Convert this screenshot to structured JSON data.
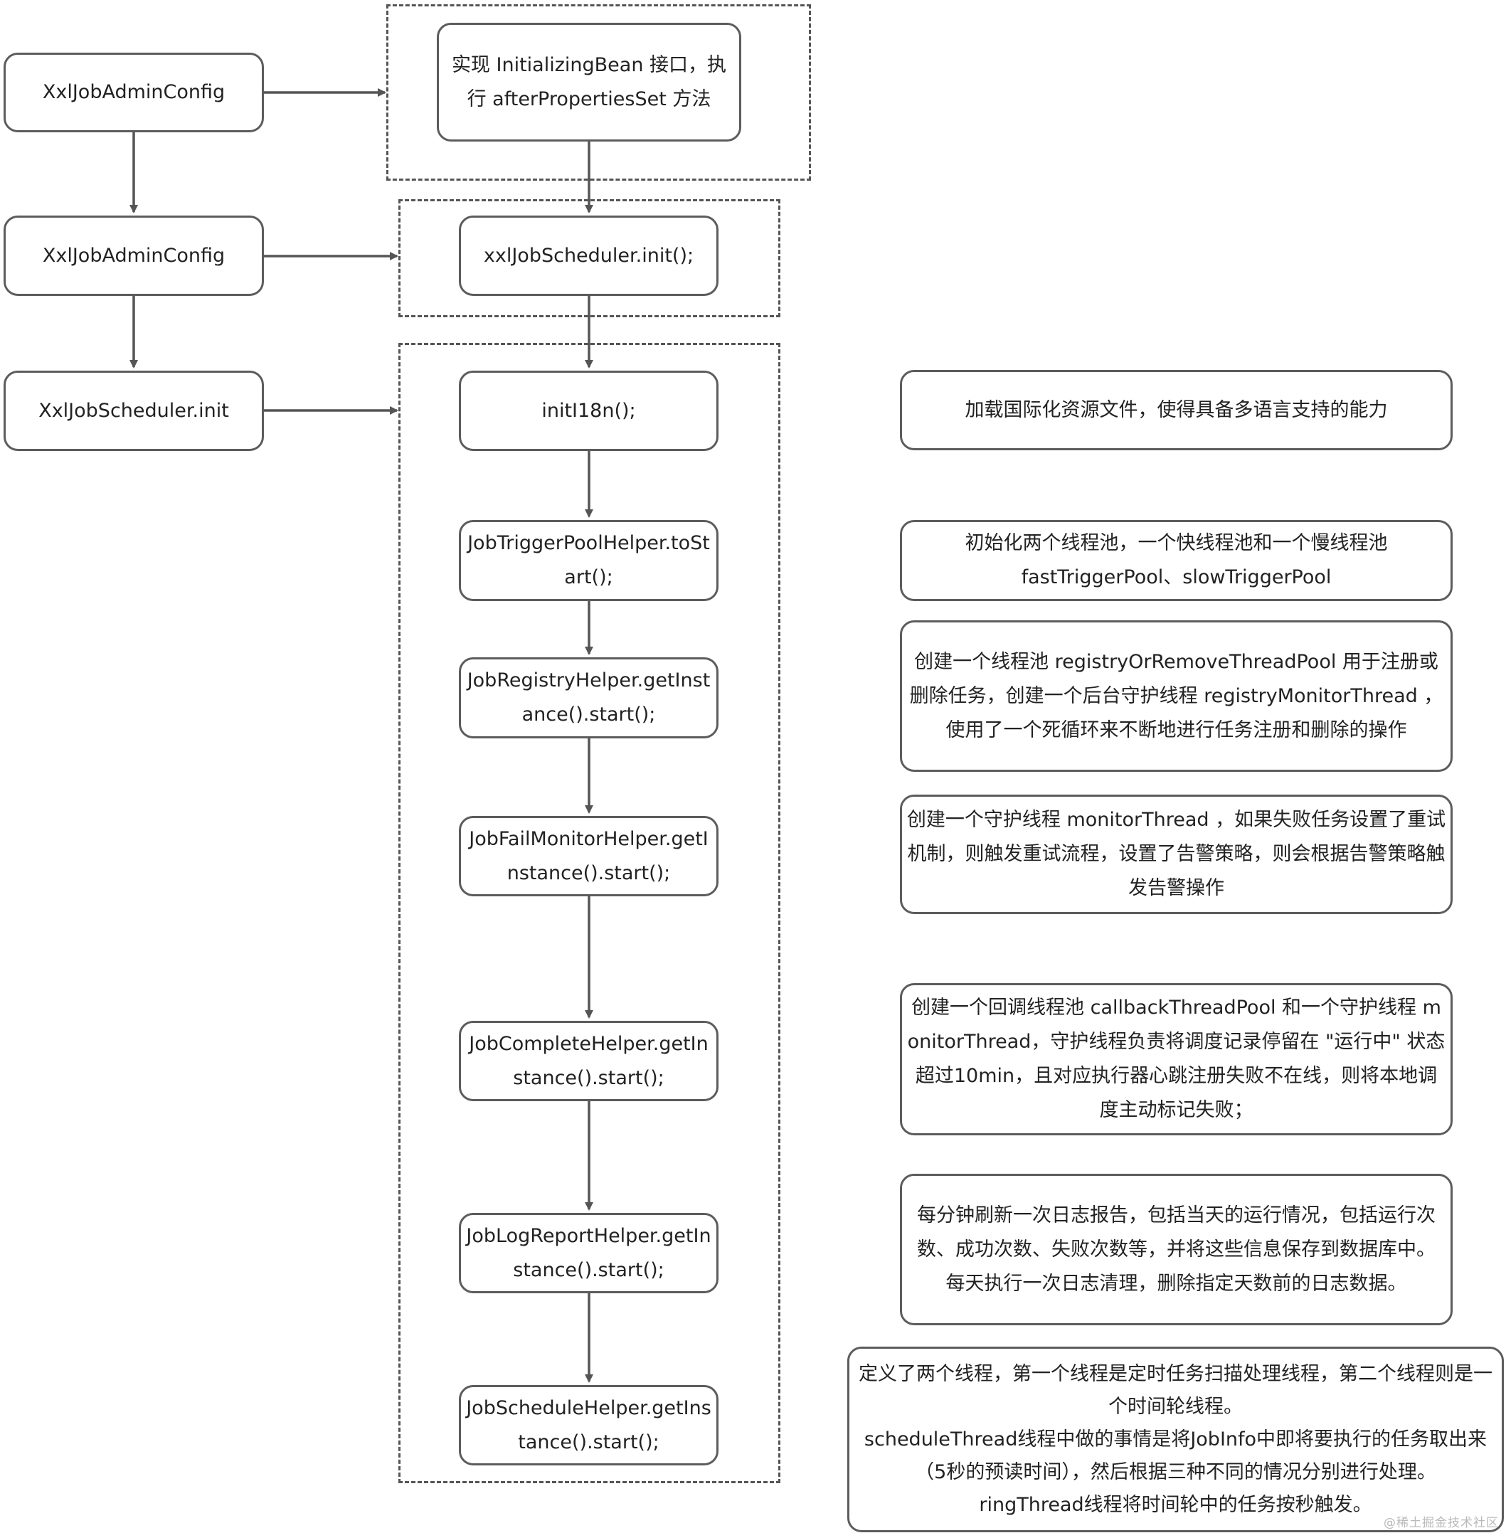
{
  "left_column": [
    {
      "id": "l1",
      "label": "XxlJobAdminConfig"
    },
    {
      "id": "l2",
      "label": "XxlJobAdminConfig"
    },
    {
      "id": "l3",
      "label": "XxlJobScheduler.init"
    }
  ],
  "flow": [
    {
      "id": "c0",
      "label": "实现 InitializingBean 接口，执行 afterPropertiesSet 方法"
    },
    {
      "id": "c1",
      "label": "xxlJobScheduler.init();"
    },
    {
      "id": "c2",
      "label": "initI18n();"
    },
    {
      "id": "c3",
      "label": "JobTriggerPoolHelper.toStart();"
    },
    {
      "id": "c4",
      "label": "JobRegistryHelper.getInstance().start();"
    },
    {
      "id": "c5",
      "label": "JobFailMonitorHelper.getInstance().start();"
    },
    {
      "id": "c6",
      "label": "JobCompleteHelper.getInstance().start();"
    },
    {
      "id": "c7",
      "label": "JobLogReportHelper.getInstance().start();"
    },
    {
      "id": "c8",
      "label": "JobScheduleHelper.getInstance().start();"
    }
  ],
  "notes": [
    {
      "id": "n1",
      "text": "加载国际化资源文件，使得具备多语言支持的能力"
    },
    {
      "id": "n2",
      "text": "初始化两个线程池，一个快线程池和一个慢线程池\nfastTriggerPool、slowTriggerPool"
    },
    {
      "id": "n3",
      "text": "创建一个线程池 registryOrRemoveThreadPool 用于注册或删除任务，创建一个后台守护线程 registryMonitorThread ，使用了一个死循环来不断地进行任务注册和删除的操作"
    },
    {
      "id": "n4",
      "text": "创建一个守护线程 monitorThread ，如果失败任务设置了重试机制，则触发重试流程，设置了告警策略，则会根据告警策略触发告警操作"
    },
    {
      "id": "n5",
      "text": "创建一个回调线程池 callbackThreadPool 和一个守护线程 monitorThread，守护线程负责将调度记录停留在 \"运行中\" 状态超过10min，且对应执行器心跳注册失败不在线，则将本地调度主动标记失败；"
    },
    {
      "id": "n6",
      "text": "每分钟刷新一次日志报告，包括当天的运行情况，包括运行次数、成功次数、失败次数等，并将这些信息保存到数据库中。\n每天执行一次日志清理，删除指定天数前的日志数据。"
    },
    {
      "id": "n7",
      "text": "定义了两个线程，第一个线程是定时任务扫描处理线程，第二个线程则是一个时间轮线程。\nscheduleThread线程中做的事情是将JobInfo中即将要执行的任务取出来（5秒的预读时间），然后根据三种不同的情况分别进行处理。\nringThread线程将时间轮中的任务按秒触发。"
    }
  ],
  "watermark": "@稀土掘金技术社区",
  "colors": {
    "border": "#5c5c5c",
    "arrow": "#555555",
    "dash": "#555555",
    "text": "#222222"
  }
}
